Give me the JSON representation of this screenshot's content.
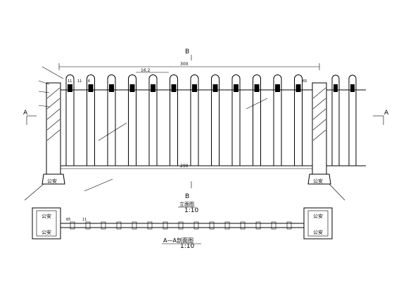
{
  "section_marks": {
    "b_top": "B",
    "b_bottom": "B",
    "a_left": "A",
    "a_right": "A"
  },
  "dimensions": {
    "total_width": "300",
    "inner_width": "290",
    "bar_spacing": "16.2",
    "dim_11": "11",
    "dim_6": "6",
    "dim_65": "65"
  },
  "post_labels": {
    "left_base": "公安",
    "right_base": "公安",
    "plan_left": "公安",
    "plan_right": "公安"
  },
  "titles": {
    "elevation": "立面图",
    "elevation_scale": "1:10",
    "section": "A—A剖面图",
    "section_scale": "1:10"
  },
  "colors": {
    "line": "#000000",
    "background": "#ffffff"
  }
}
